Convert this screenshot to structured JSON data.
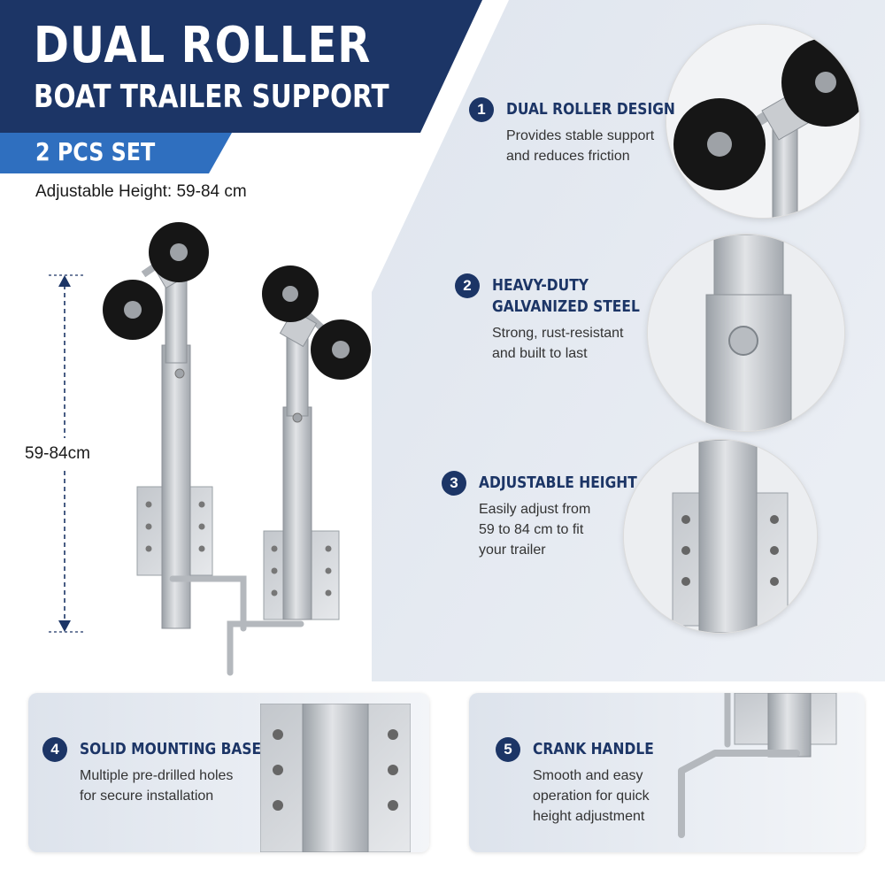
{
  "header": {
    "title_line1": "DUAL ROLLER",
    "title_line2": "BOAT TRAILER SUPPORT",
    "set_label": "2 PCS SET",
    "subtitle": "Adjustable Height: 59-84 cm"
  },
  "dimension": {
    "label": "59-84cm"
  },
  "features": [
    {
      "number": "1",
      "title": "DUAL ROLLER DESIGN",
      "lines": [
        "Provides stable support",
        "and reduces friction"
      ]
    },
    {
      "number": "2",
      "title_lines": [
        "HEAVY-DUTY",
        "GALVANIZED STEEL"
      ],
      "lines": [
        "Strong, rust-resistant",
        "and built to last"
      ]
    },
    {
      "number": "3",
      "title": "ADJUSTABLE HEIGHT",
      "lines": [
        "Easily adjust from",
        "59 to 84 cm to fit",
        "your trailer"
      ]
    },
    {
      "number": "4",
      "title": "SOLID MOUNTING BASE",
      "lines": [
        "Multiple pre-drilled holes",
        "for secure installation"
      ]
    },
    {
      "number": "5",
      "title": "CRANK HANDLE",
      "lines": [
        "Smooth and easy",
        "operation for quick",
        "height adjustment"
      ]
    }
  ],
  "colors": {
    "navy": "#1c3566",
    "accent_blue": "#2f6fbf",
    "steel": "#c9ccd0",
    "rubber": "#161616"
  },
  "icons": [
    "roller-wheel-icon",
    "arrow-up-icon",
    "arrow-down-icon"
  ]
}
